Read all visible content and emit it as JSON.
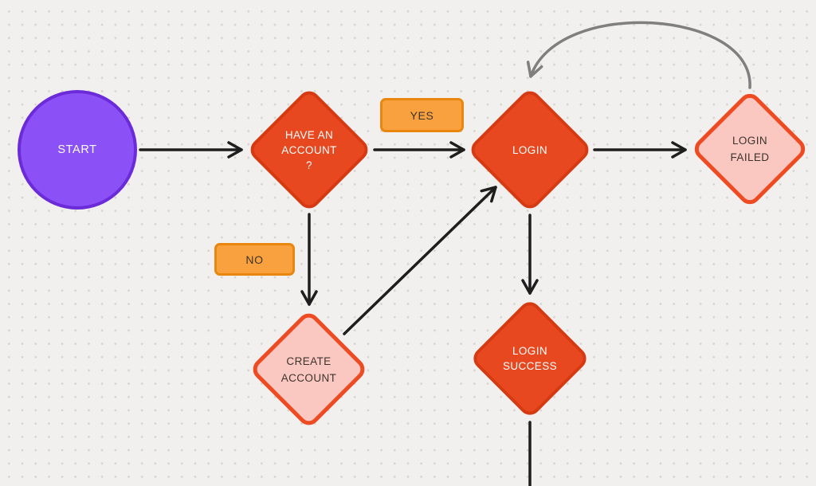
{
  "colors": {
    "canvas_bg": "#F1F0EE",
    "dot": "#D8D5D1",
    "node_purple_fill": "#8B51F6",
    "node_purple_border": "#6C2BD9",
    "node_red_fill": "#E8481F",
    "node_red_border": "#D63A13",
    "node_pink_fill": "#FBC7C1",
    "node_pink_border": "#EF4B22",
    "label_orange_fill": "#F9A13E",
    "label_orange_border": "#E8860D",
    "edge_black": "#1E1E1E",
    "edge_gray": "#7F7F7F",
    "text_light": "#FFFFFF",
    "text_dark": "#3C342E"
  },
  "nodes": {
    "start": {
      "shape": "circle",
      "label": "START"
    },
    "have_account": {
      "shape": "diamond",
      "line1": "HAVE AN",
      "line2": "ACCOUNT",
      "line3": "?"
    },
    "login": {
      "shape": "diamond",
      "label": "LOGIN"
    },
    "login_failed": {
      "shape": "diamond",
      "line1": "LOGIN",
      "line2": "FAILED"
    },
    "create_account": {
      "shape": "diamond",
      "line1": "CREATE",
      "line2": "ACCOUNT"
    },
    "login_success": {
      "shape": "diamond",
      "line1": "LOGIN",
      "line2": "SUCCESS"
    }
  },
  "edge_labels": {
    "yes": "YES",
    "no": "NO"
  },
  "edges": [
    {
      "from": "start",
      "to": "have_account",
      "color": "#1E1E1E",
      "curved": false
    },
    {
      "from": "have_account",
      "to": "login",
      "label": "YES",
      "color": "#1E1E1E",
      "curved": false
    },
    {
      "from": "login",
      "to": "login_failed",
      "color": "#1E1E1E",
      "curved": false
    },
    {
      "from": "have_account",
      "to": "create_account",
      "label": "NO",
      "color": "#1E1E1E",
      "curved": false
    },
    {
      "from": "create_account",
      "to": "login",
      "color": "#1E1E1E",
      "curved": false
    },
    {
      "from": "login",
      "to": "login_success",
      "color": "#1E1E1E",
      "curved": false
    },
    {
      "from": "login_success",
      "to": "offscreen_bottom",
      "color": "#1E1E1E",
      "curved": false
    },
    {
      "from": "login_failed",
      "to": "login",
      "color": "#7F7F7F",
      "curved": true
    }
  ]
}
